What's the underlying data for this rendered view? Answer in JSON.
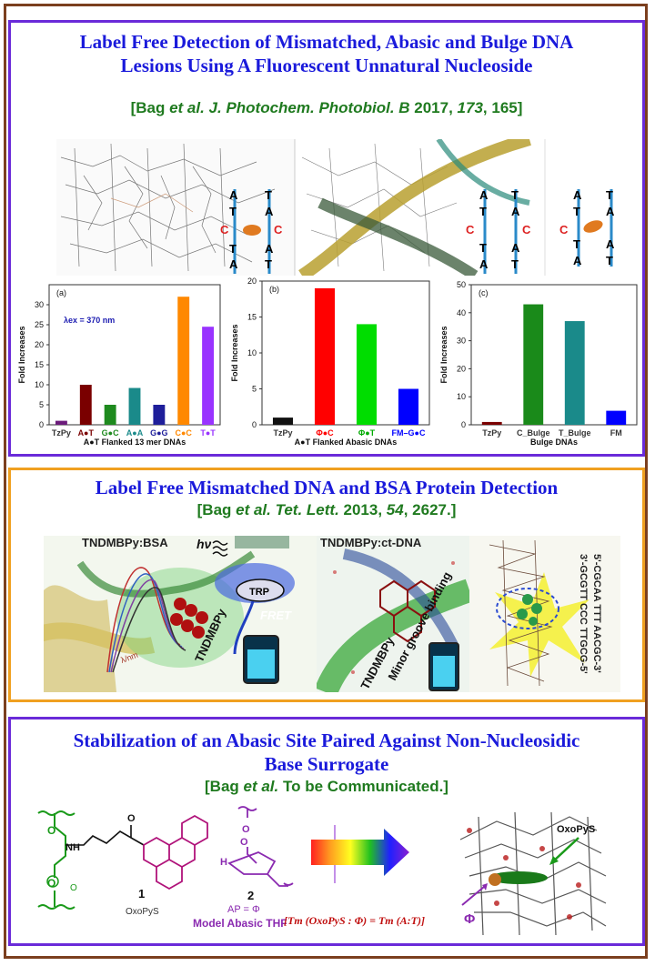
{
  "panel1": {
    "title_line1": "Label Free Detection of Mismatched, Abasic and Bulge DNA",
    "title_line2": "Lesions Using A Fluorescent Unnatural Nucleoside",
    "ref_prefix": "[Bag ",
    "ref_etal": "et al. J. Photochem. Photobiol. B",
    "ref_year": " 2017, ",
    "ref_vol": "173",
    "ref_page": ", 165]",
    "bp_left": [
      "A",
      "T",
      "T",
      "A",
      "C",
      "T",
      "A",
      "A",
      "T"
    ],
    "bp_right": [
      "A",
      "T",
      "T",
      "A",
      "C",
      "C",
      "T",
      "A",
      "A",
      "T"
    ],
    "bp_small": [
      "A",
      "T",
      "T",
      "A",
      "C",
      "T",
      "A",
      "A",
      "T"
    ]
  },
  "chart_data": [
    {
      "type": "bar",
      "panel_label": "(a)",
      "annotation": "λex = 370 nm",
      "ylabel": "Fold Increases",
      "xlabel": "A●T Flanked 13 mer DNAs",
      "ylim": [
        0,
        35
      ],
      "yticks": [
        0,
        5,
        10,
        15,
        20,
        25,
        30
      ],
      "categories": [
        "TzPy",
        "A●T",
        "G●C",
        "A●A",
        "G●G",
        "C●C",
        "T●T"
      ],
      "values": [
        1,
        10,
        5,
        9.2,
        5,
        32,
        24.5
      ],
      "colors": [
        "#6b1b7a",
        "#7a0000",
        "#1e8a1e",
        "#1a8a8a",
        "#1e1e9a",
        "#ff8800",
        "#9933ff"
      ],
      "label_colors": [
        "#333333",
        "#7a0000",
        "#1e8a1e",
        "#1a8a8a",
        "#1e1e9a",
        "#ff8800",
        "#9933ff"
      ]
    },
    {
      "type": "bar",
      "panel_label": "(b)",
      "ylabel": "Fold Increases",
      "xlabel": "A●T Flanked Abasic DNAs",
      "ylim": [
        0,
        20
      ],
      "yticks": [
        0,
        5,
        10,
        15,
        20
      ],
      "categories": [
        "TzPy",
        "Φ●C",
        "Φ●T",
        "FM–G●C"
      ],
      "values": [
        1,
        19,
        14,
        5
      ],
      "colors": [
        "#111111",
        "#ff0000",
        "#00dd00",
        "#0000ff"
      ],
      "label_colors": [
        "#333333",
        "#ff0000",
        "#00aa00",
        "#0000ff"
      ]
    },
    {
      "type": "bar",
      "panel_label": "(c)",
      "ylabel": "Fold Increases",
      "xlabel": "Bulge DNAs",
      "ylim": [
        0,
        50
      ],
      "yticks": [
        0,
        10,
        20,
        30,
        40,
        50
      ],
      "categories": [
        "TzPy",
        "C_Bulge",
        "T_Bulge",
        "FM"
      ],
      "values": [
        1,
        43,
        37,
        5
      ],
      "colors": [
        "#7a0000",
        "#1a8a1a",
        "#1a8a8a",
        "#0000ff"
      ],
      "label_colors": [
        "#333333",
        "#333333",
        "#333333",
        "#333333"
      ]
    }
  ],
  "panel2": {
    "title": "Label Free  Mismatched DNA and BSA Protein Detection",
    "ref_prefix": "[Bag ",
    "ref_etal": "et al. Tet. Lett.",
    "ref_year": " 2013, ",
    "ref_vol": "54",
    "ref_page": ", 2627.]",
    "img1_label": "TNDMBPy:BSA",
    "hv": "hν",
    "trp": "TRP",
    "fret": "FRET",
    "probe": "TNDMBPy",
    "lambda": "λ/nm",
    "img2_label": "TNDMBPy:ct-DNA",
    "minor": "Minor groove binding",
    "seq1": "5'-CGCAA TTT AACGC-3'",
    "seq2": "3'-GCGTT CCC TTGCG-5'"
  },
  "panel3": {
    "title_line1": "Stabilization of an Abasic Site Paired Against Non-Nucleosidic",
    "title_line2": "Base Surrogate",
    "ref_prefix": "[Bag ",
    "ref_etal": "et al.",
    "ref_rest": " To be Communicated.]",
    "num1": "1",
    "name1": "OxoPyS",
    "num2": "2",
    "ap_label": "AP = Φ",
    "model": "Model Abasic THF",
    "equation": "[Tm (OxoPyS : Φ) = Tm (A:T)]",
    "oxopys": "OxoPyS",
    "phi": "Φ",
    "nh": "NH",
    "h": "H",
    "o": "O"
  }
}
